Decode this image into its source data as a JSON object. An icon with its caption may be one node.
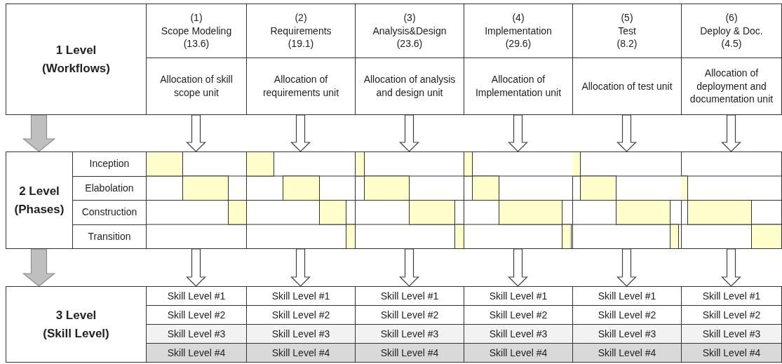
{
  "diagram": {
    "nodes": [
      {
        "text": [
          "1 Level",
          "(Workflows)"
        ]
      },
      {
        "text": [
          "(1)",
          "Scope Modeling",
          "(13.6)"
        ]
      },
      {
        "text": [
          "(2)",
          "Requirements",
          "(19.1)"
        ]
      },
      {
        "text": [
          "(3)",
          "Analysis&Design",
          "(23.6)"
        ]
      },
      {
        "text": [
          "(4)",
          "Implementation",
          "(29.6)"
        ]
      },
      {
        "text": [
          "(5)",
          "Test",
          "(8.2)"
        ]
      },
      {
        "text": [
          "(6)",
          "Deploy & Doc.",
          "(4.5)"
        ]
      },
      {
        "text": [
          "Allocation of skill scope unit"
        ]
      },
      {
        "text": [
          "Allocation of requirements unit"
        ]
      },
      {
        "text": [
          "Allocation of analysis and design unit"
        ]
      },
      {
        "text": [
          "Allocation of Implementation unit"
        ]
      },
      {
        "text": [
          "Allocation of test unit"
        ]
      },
      {
        "text": [
          "Allocation of deployment and documentation unit"
        ]
      },
      {
        "text": [
          "2 Level",
          "(Phases)"
        ]
      },
      {
        "text": [
          "Inception"
        ]
      },
      {
        "text": [
          "Elabolation"
        ]
      },
      {
        "text": [
          "Construction"
        ]
      },
      {
        "text": [
          "Transition"
        ]
      },
      {
        "text": [],
        "shape": "box"
      },
      {
        "text": [],
        "shape": "box"
      },
      {
        "text": [],
        "shape": "box"
      },
      {
        "text": [],
        "shape": "box"
      },
      {
        "text": [],
        "shape": "box"
      },
      {
        "text": [],
        "shape": "box"
      },
      {
        "text": [
          "3 Level",
          "(Skill Level)"
        ]
      },
      {
        "text": [
          "Skill Level #1"
        ]
      },
      {
        "text": [
          "Skill Level #1"
        ]
      },
      {
        "text": [
          "Skill Level #1"
        ]
      },
      {
        "text": [
          "Skill Level #1"
        ]
      },
      {
        "text": [
          "Skill Level #1"
        ]
      },
      {
        "text": [
          "Skill Level #1"
        ]
      },
      {
        "text": [
          "Skill Level #2"
        ]
      },
      {
        "text": [
          "Skill Level #2"
        ]
      },
      {
        "text": [
          "Skill Level #2"
        ]
      },
      {
        "text": [
          "Skill Level #2"
        ]
      },
      {
        "text": [
          "Skill Level #2"
        ]
      },
      {
        "text": [
          "Skill Level #2"
        ]
      },
      {
        "text": [
          "Skill Level #3"
        ]
      },
      {
        "text": [
          "Skill Level #3"
        ]
      },
      {
        "text": [
          "Skill Level #3"
        ]
      },
      {
        "text": [
          "Skill Level #3"
        ]
      },
      {
        "text": [
          "Skill Level #3"
        ]
      },
      {
        "text": [
          "Skill Level #3"
        ]
      },
      {
        "text": [
          "Skill Level #4"
        ]
      },
      {
        "text": [
          "Skill Level #4"
        ]
      },
      {
        "text": [
          "Skill Level #4"
        ]
      },
      {
        "text": [
          "Skill Level #4"
        ]
      },
      {
        "text": [
          "Skill Level #4"
        ]
      },
      {
        "text": [
          "Skill Level #4"
        ]
      }
    ],
    "edges": [
      {
        "from": 0,
        "to": 13,
        "arrow": "to",
        "style": "thick",
        "color": "#bfbfbf"
      },
      {
        "from": 7,
        "to": 18,
        "arrow": "to"
      },
      {
        "from": 8,
        "to": 19,
        "arrow": "to"
      },
      {
        "from": 9,
        "to": 20,
        "arrow": "to"
      },
      {
        "from": 10,
        "to": 21,
        "arrow": "to"
      },
      {
        "from": 11,
        "to": 22,
        "arrow": "to"
      },
      {
        "from": 12,
        "to": 23,
        "arrow": "to"
      },
      {
        "from": 13,
        "to": 24,
        "arrow": "to",
        "style": "thick",
        "color": "#bfbfbf"
      },
      {
        "from": 18,
        "to": 25,
        "arrow": "to"
      },
      {
        "from": 19,
        "to": 26,
        "arrow": "to"
      },
      {
        "from": 20,
        "to": 27,
        "arrow": "to"
      },
      {
        "from": 21,
        "to": 28,
        "arrow": "to"
      },
      {
        "from": 22,
        "to": 29,
        "arrow": "to"
      },
      {
        "from": 23,
        "to": 30,
        "arrow": "to"
      }
    ]
  }
}
